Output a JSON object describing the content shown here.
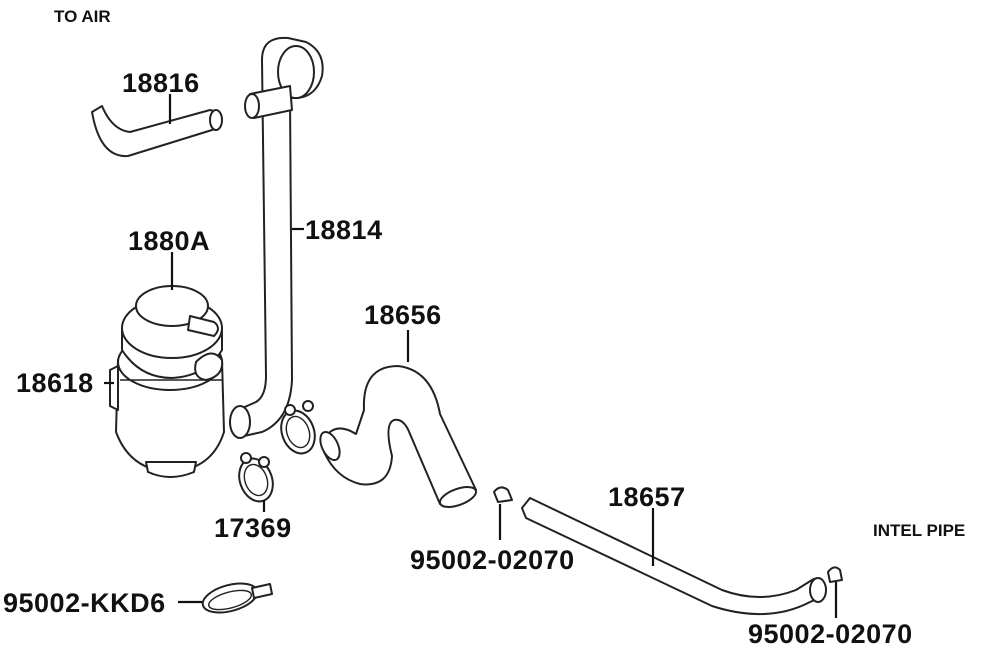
{
  "notes": {
    "to_air": "TO AIR",
    "intel_pipe": "INTEL PIPE"
  },
  "parts": {
    "p18816": "18816",
    "p18814": "18814",
    "p1880A": "1880A",
    "p18656": "18656",
    "p18618": "18618",
    "p17369": "17369",
    "p18657": "18657",
    "p95002_02070_left": "95002-02070",
    "p95002_02070_right": "95002-02070",
    "p95002_KKD6": "95002-KKD6"
  },
  "colors": {
    "line": "#222222",
    "text": "#111111",
    "background": "#ffffff"
  }
}
